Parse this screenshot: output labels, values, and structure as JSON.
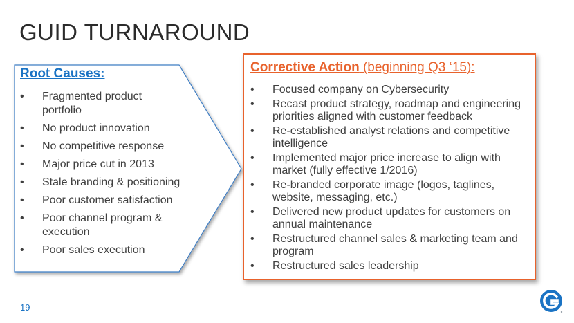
{
  "slide": {
    "title": "GUID TURNAROUND",
    "page_number": "19"
  },
  "root_causes": {
    "heading": "Root Causes:",
    "items": [
      "Fragmented product portfolio",
      "No product innovation",
      "No competitive response",
      "Major price cut in 2013",
      "Stale branding & positioning",
      "Poor customer satisfaction",
      "Poor channel program & execution",
      "Poor sales execution"
    ]
  },
  "corrective_action": {
    "heading_strong": "Corrective Action",
    "heading_rest": " (beginning Q3 ‘15):",
    "items": [
      "Focused company on Cybersecurity",
      "Recast product strategy, roadmap and engineering priorities aligned with customer feedback",
      "Re-established analyst relations and competitive intelligence",
      "Implemented major price increase to align with market (fully effective 1/2016)",
      "Re-branded corporate image (logos, taglines, website, messaging, etc.)",
      "Delivered new product updates for customers on annual maintenance",
      "Restructured channel sales & marketing team and program",
      "Restructured sales leadership"
    ]
  },
  "colors": {
    "accent_blue": "#1a73c4",
    "accent_orange": "#e8622c",
    "body_text": "#3f3f3f"
  },
  "icons": {
    "logo": "guidance-g-logo-icon"
  }
}
